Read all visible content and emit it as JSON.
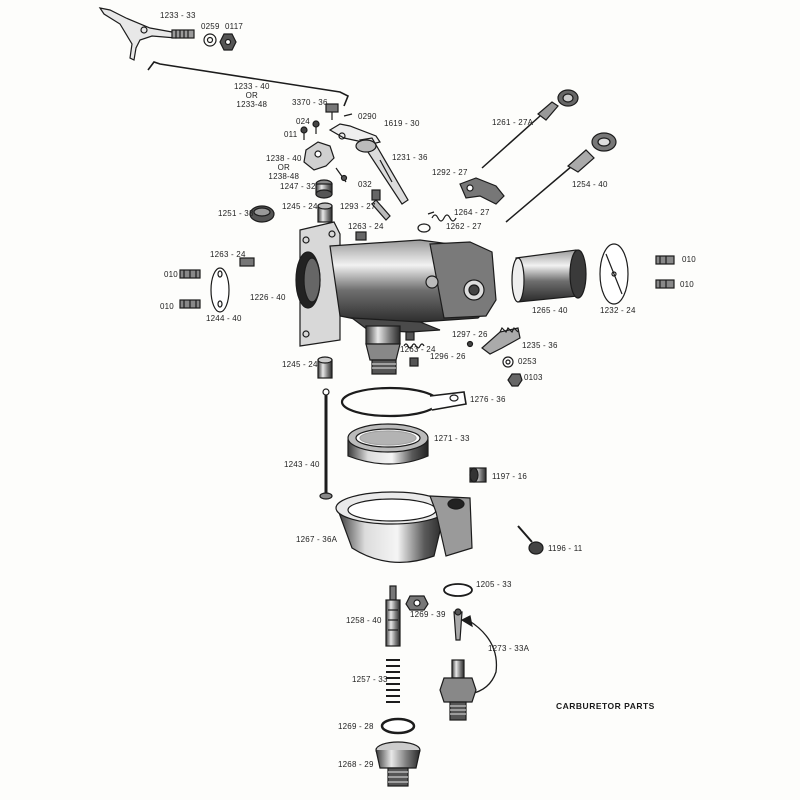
{
  "caption": "CARBURETOR PARTS",
  "part_labels": {
    "p1233_33": "1233 - 33",
    "p0259": "0259",
    "p0117": "0117",
    "p1233_40_or_48": "1233 - 40\nOR\n1233-48",
    "p3370_36": "3370 - 36",
    "p0290": "0290",
    "p024": "024",
    "p011": "011",
    "p1619_30": "1619 - 30",
    "p1261_27A": "1261 - 27A",
    "p1238_40_or_48": "1238 - 40\nOR\n1238-48",
    "p1231_36": "1231 - 36",
    "p1292_27": "1292 - 27",
    "p1254_40": "1254 - 40",
    "p1247_32": "1247 - 32",
    "p032": "032",
    "p1251_33": "1251 - 33",
    "p1245_24_top": "1245 - 24",
    "p1293_27": "1293 - 27",
    "p1264_27": "1264 - 27",
    "p1263_24_top": "1263 - 24",
    "p1262_27": "1262 - 27",
    "p1263_24_left": "1263 - 24",
    "p010_a": "010",
    "p010_b": "010",
    "p010_c": "010",
    "p010_d": "010",
    "p1226_40": "1226 - 40",
    "p1244_40": "1244 - 40",
    "p1265_40": "1265 - 40",
    "p1232_24": "1232 - 24",
    "p1297_26": "1297 - 26",
    "p1235_36": "1235 - 36",
    "p1263_24_mid": "1263 - 24",
    "p1296_26": "1296 - 26",
    "p0253": "0253",
    "p0103": "0103",
    "p1245_24_low": "1245 - 24",
    "p1276_36": "1276 - 36",
    "p1271_33": "1271 - 33",
    "p1243_40": "1243 - 40",
    "p1197_16": "1197 - 16",
    "p1267_36A": "1267 - 36A",
    "p1196_11": "1196 - 11",
    "p1205_33": "1205 - 33",
    "p1258_40": "1258 - 40",
    "p1269_39": "1269 - 39",
    "p1273_33A": "1273 - 33A",
    "p1257_33": "1257 - 33",
    "p1269_28": "1269 - 28",
    "p1268_29": "1268 - 29"
  },
  "colors": {
    "ink": "#1c1c1c",
    "paper": "#fdfdfb",
    "shade": "#8a8a8a",
    "light": "#cfcfcf"
  }
}
